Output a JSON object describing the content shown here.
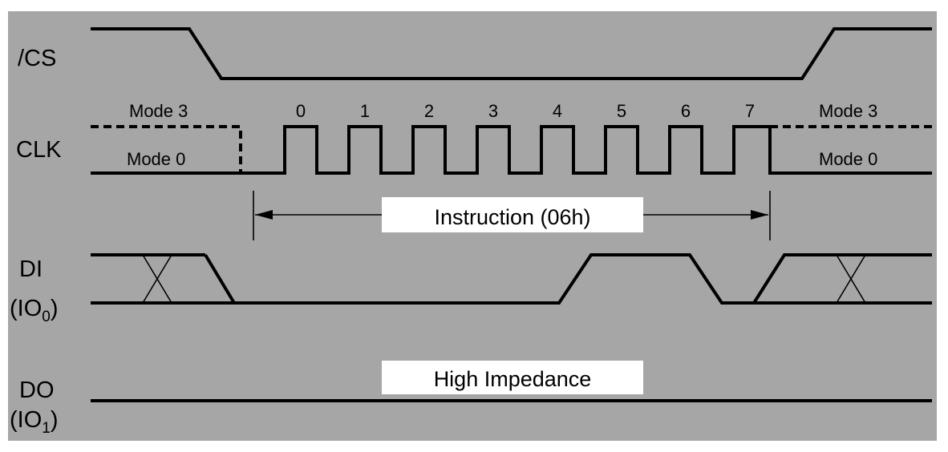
{
  "signals": {
    "cs": {
      "label": "/CS"
    },
    "clk": {
      "label": "CLK"
    },
    "di": {
      "label_main": "DI",
      "label_paren_open": "(IO",
      "label_sub": "0",
      "label_paren_close": ")"
    },
    "do": {
      "label_main": "DO",
      "label_paren_open": "(IO",
      "label_sub": "1",
      "label_paren_close": ")"
    }
  },
  "modes": {
    "left_upper": "Mode 3",
    "left_lower": "Mode 0",
    "right_upper": "Mode 3",
    "right_lower": "Mode 0"
  },
  "clock_cycles": [
    "0",
    "1",
    "2",
    "3",
    "4",
    "5",
    "6",
    "7"
  ],
  "instruction_label": "Instruction (06h)",
  "do_state_label": "High Impedance",
  "colors": {
    "background": "#ffffff",
    "panel": "#a6a6a6",
    "line": "#000000",
    "label_box": "#ffffff"
  }
}
